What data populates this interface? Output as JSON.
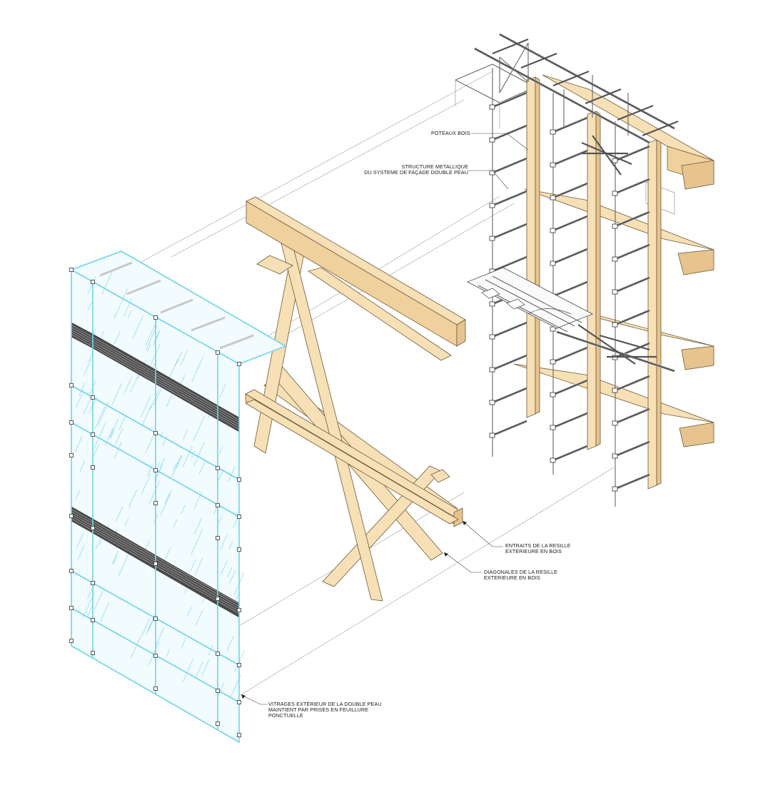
{
  "diagram": {
    "labels": {
      "poteaux": [
        "POTEAUX BOIS"
      ],
      "structure": [
        "STRUCTURE METALLIQUE",
        "DU SYSTEME DE FAÇADE DOUBLE PEAU"
      ],
      "entraits": [
        "ENTRAITS DE LA RESILLE",
        "EXTERIEURE EN BOIS"
      ],
      "diagonales": [
        "DIAGONALES DE LA RESILLE",
        "EXTERIEURE EN BOIS"
      ],
      "vitrages": [
        "VITRAGES EXTÉRIEUR DE LA DOUBLE PEAU",
        "MAINTIENT PAR PRISES EN FEUILLURE",
        "PONCTUELLE"
      ]
    },
    "colors": {
      "wood": "#f7e0b5",
      "glass_frame": "#6fd3ea",
      "steel": "#555555",
      "grille": "#4a4a4a"
    }
  }
}
